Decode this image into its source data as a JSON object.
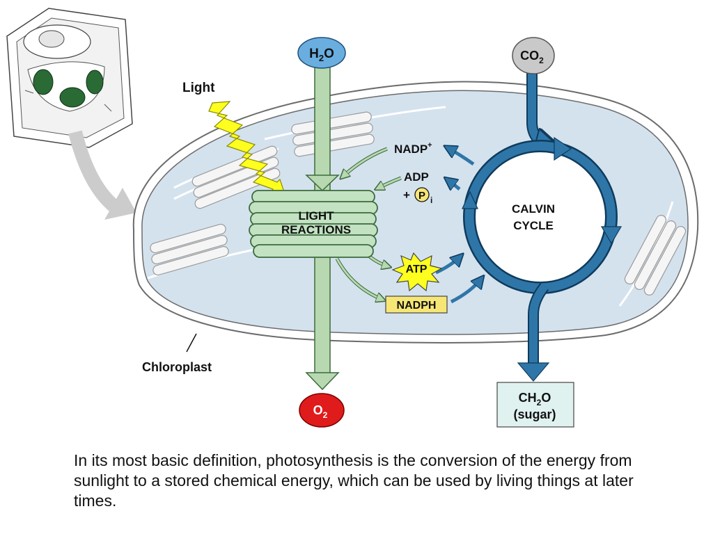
{
  "labels": {
    "light": "Light",
    "h2o": {
      "main": "H",
      "sub": "2",
      "tail": "O"
    },
    "co2": {
      "main": "CO",
      "sub": "2"
    },
    "o2": {
      "main": "O",
      "sub": "2"
    },
    "nadp_plus": {
      "main": "NADP",
      "sup": "+"
    },
    "adp": "ADP",
    "pi": {
      "plus": "+",
      "p": "P",
      "sub": "i"
    },
    "light_reactions": [
      "LIGHT",
      "REACTIONS"
    ],
    "calvin_cycle": [
      "CALVIN",
      "CYCLE"
    ],
    "atp": "ATP",
    "nadph": "NADPH",
    "sugar": {
      "line1_main": "CH",
      "line1_sub": "2",
      "line1_tail": "O",
      "line2": "(sugar)"
    },
    "chloroplast": "Chloroplast"
  },
  "caption": "In its most basic definition, photosynthesis is the conversion of the energy from sunlight to a stored chemical energy, which can be used by living things at later times.",
  "colors": {
    "stroma": "#d4e2ee",
    "membrane": "#6b6b6b",
    "water": "#6aaee0",
    "co2": "#c9c9c9",
    "oxygen": "#e01b1b",
    "green_arrow": "#b7d8b0",
    "blue_arrow": "#2f76a8",
    "thylakoid": "#c2e2c2",
    "lightning": "#ffff1f",
    "nadph_fill": "#f6e676",
    "sugar_fill": "#e0f2f0"
  }
}
